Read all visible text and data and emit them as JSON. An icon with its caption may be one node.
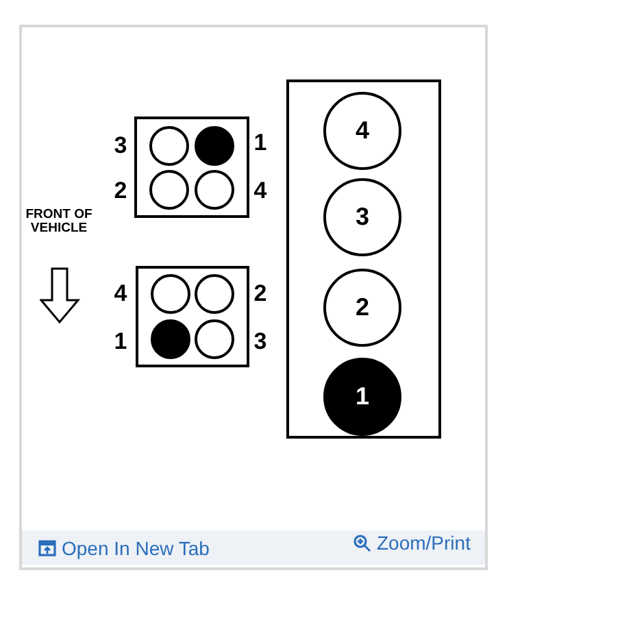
{
  "diagram": {
    "nodes": [
      {
        "text": [],
        "shape": "box"
      },
      {
        "text": [
          "4"
        ],
        "in": 0
      },
      {
        "text": [
          "3"
        ],
        "in": 0
      },
      {
        "text": [
          "2"
        ],
        "in": 0
      },
      {
        "text": [
          "1"
        ],
        "in": 0
      },
      {
        "text": [],
        "shape": "box"
      },
      {
        "text": [],
        "shape": "circle",
        "in": 5
      },
      {
        "text": [],
        "shape": "circle",
        "in": 5
      },
      {
        "text": [],
        "shape": "circle",
        "in": 5
      },
      {
        "text": [],
        "shape": "circle",
        "in": 5
      },
      {
        "text": [],
        "shape": "box"
      },
      {
        "text": [],
        "shape": "circle",
        "in": 10
      },
      {
        "text": [],
        "shape": "circle",
        "in": 10
      },
      {
        "text": [],
        "shape": "circle",
        "in": 10
      },
      {
        "text": [],
        "shape": "circle",
        "in": 10
      }
    ],
    "edges": [],
    "labels": [
      "3",
      "1",
      "2",
      "4",
      "FRONT OF VEHICLE",
      "4",
      "2",
      "1",
      "3",
      "Open In New Tab",
      "Zoom/Print"
    ]
  }
}
